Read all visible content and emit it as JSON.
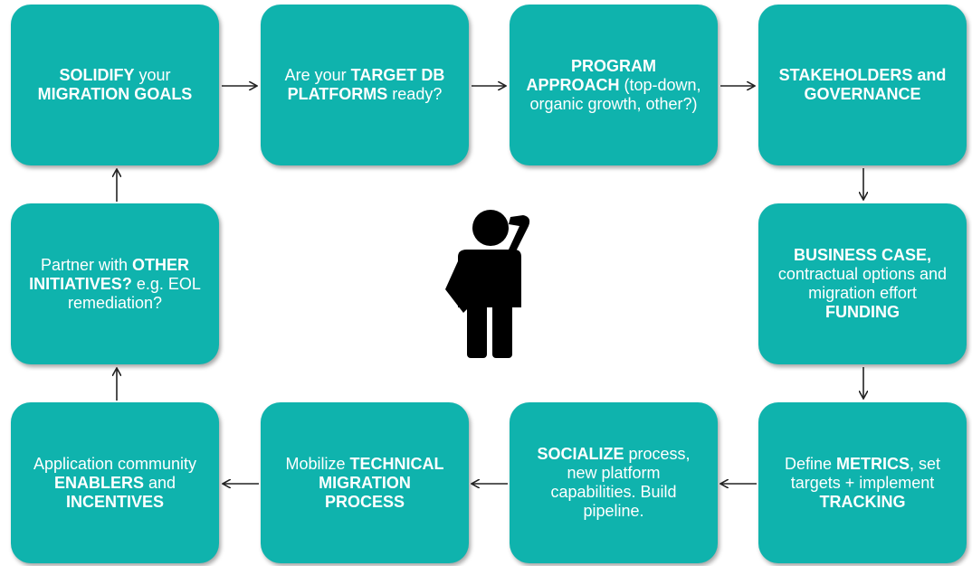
{
  "steps": [
    {
      "id": "goals",
      "parts": [
        {
          "t": "SOLIDIFY",
          "b": true
        },
        {
          "t": " your ",
          "b": false
        },
        {
          "t": "MIGRATION GOALS",
          "b": true
        }
      ]
    },
    {
      "id": "platforms",
      "parts": [
        {
          "t": "Are your ",
          "b": false
        },
        {
          "t": "TARGET DB PLATFORMS",
          "b": true
        },
        {
          "t": " ready?",
          "b": false
        }
      ]
    },
    {
      "id": "approach",
      "parts": [
        {
          "t": "PROGRAM APPROACH",
          "b": true
        },
        {
          "t": " (top-down, organic growth, other?)",
          "b": false
        }
      ]
    },
    {
      "id": "stakeholders",
      "parts": [
        {
          "t": "STAKEHOLDERS and GOVERNANCE",
          "b": true
        }
      ]
    },
    {
      "id": "business-case",
      "parts": [
        {
          "t": "BUSINESS CASE,",
          "b": true
        },
        {
          "t": " contractual options and migration effort ",
          "b": false
        },
        {
          "t": "FUNDING",
          "b": true
        }
      ]
    },
    {
      "id": "metrics",
      "parts": [
        {
          "t": "Define ",
          "b": false
        },
        {
          "t": "METRICS",
          "b": true
        },
        {
          "t": ", set targets + implement ",
          "b": false
        },
        {
          "t": "TRACKING",
          "b": true
        }
      ]
    },
    {
      "id": "socialize",
      "parts": [
        {
          "t": "SOCIALIZE",
          "b": true
        },
        {
          "t": " process, new platform capabilities. Build pipeline.",
          "b": false
        }
      ]
    },
    {
      "id": "technical",
      "parts": [
        {
          "t": "Mobilize ",
          "b": false
        },
        {
          "t": "TECHNICAL MIGRATION PROCESS",
          "b": true
        }
      ]
    },
    {
      "id": "enablers",
      "parts": [
        {
          "t": "Application community ",
          "b": false
        },
        {
          "t": "ENABLERS",
          "b": true
        },
        {
          "t": " and ",
          "b": false
        },
        {
          "t": "INCENTIVES",
          "b": true
        }
      ]
    },
    {
      "id": "partner",
      "parts": [
        {
          "t": "Partner with ",
          "b": false
        },
        {
          "t": "OTHER INITIATIVES?",
          "b": true
        },
        {
          "t": " e.g. EOL remediation?",
          "b": false
        }
      ]
    }
  ],
  "colors": {
    "box": "#0fb3ad",
    "text": "#ffffff",
    "arrow": "#222222",
    "figure": "#000000"
  },
  "icons": {
    "center": "thinking-person-icon"
  }
}
